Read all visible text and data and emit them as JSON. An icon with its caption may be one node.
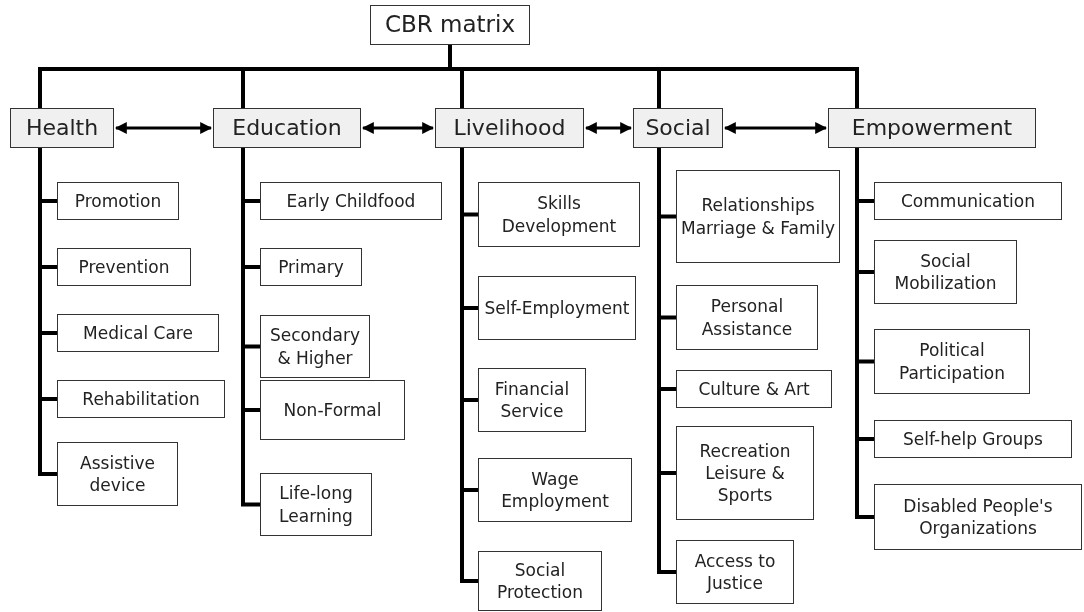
{
  "diagram": {
    "nodes": [
      {
        "text": [
          "CBR matrix"
        ]
      },
      {
        "text": [
          "Health"
        ]
      },
      {
        "text": [
          "Education"
        ]
      },
      {
        "text": [
          "Livelihood"
        ]
      },
      {
        "text": [
          "Social"
        ]
      },
      {
        "text": [
          "Empowerment"
        ]
      },
      {
        "text": [
          "Promotion"
        ]
      },
      {
        "text": [
          "Prevention"
        ]
      },
      {
        "text": [
          "Medical Care"
        ]
      },
      {
        "text": [
          "Rehabilitation"
        ]
      },
      {
        "text": [
          "Assistive device"
        ]
      },
      {
        "text": [
          "Early Childfood"
        ]
      },
      {
        "text": [
          "Primary"
        ]
      },
      {
        "text": [
          "Secondary & Higher"
        ]
      },
      {
        "text": [
          "Non-Formal"
        ]
      },
      {
        "text": [
          "Life-long Learning"
        ]
      },
      {
        "text": [
          "Skills Development"
        ]
      },
      {
        "text": [
          "Self-Employment"
        ]
      },
      {
        "text": [
          "Financial Service"
        ]
      },
      {
        "text": [
          "Wage Employment"
        ]
      },
      {
        "text": [
          "Social Protection"
        ]
      },
      {
        "text": [
          "Relationships Marriage & Family"
        ]
      },
      {
        "text": [
          "Personal Assistance"
        ]
      },
      {
        "text": [
          "Culture & Art"
        ]
      },
      {
        "text": [
          "Recreation Leisure & Sports"
        ]
      },
      {
        "text": [
          "Access to Justice"
        ]
      },
      {
        "text": [
          "Communication"
        ]
      },
      {
        "text": [
          "Social Mobilization"
        ]
      },
      {
        "text": [
          "Political Participation"
        ]
      },
      {
        "text": [
          "Self-help Groups"
        ]
      },
      {
        "text": [
          "Disabled People's Organizations"
        ]
      }
    ],
    "edges": [
      {
        "from": 0,
        "to": 1,
        "arrow": "none"
      },
      {
        "from": 0,
        "to": 2,
        "arrow": "none"
      },
      {
        "from": 0,
        "to": 3,
        "arrow": "none"
      },
      {
        "from": 0,
        "to": 4,
        "arrow": "none"
      },
      {
        "from": 0,
        "to": 5,
        "arrow": "none"
      },
      {
        "from": 1,
        "to": 2,
        "arrow": "both"
      },
      {
        "from": 2,
        "to": 3,
        "arrow": "both"
      },
      {
        "from": 3,
        "to": 4,
        "arrow": "both"
      },
      {
        "from": 4,
        "to": 5,
        "arrow": "both"
      },
      {
        "from": 1,
        "to": 6,
        "arrow": "none"
      },
      {
        "from": 1,
        "to": 7,
        "arrow": "none"
      },
      {
        "from": 1,
        "to": 8,
        "arrow": "none"
      },
      {
        "from": 1,
        "to": 9,
        "arrow": "none"
      },
      {
        "from": 1,
        "to": 10,
        "arrow": "none"
      },
      {
        "from": 2,
        "to": 11,
        "arrow": "none"
      },
      {
        "from": 2,
        "to": 12,
        "arrow": "none"
      },
      {
        "from": 2,
        "to": 13,
        "arrow": "none"
      },
      {
        "from": 2,
        "to": 14,
        "arrow": "none"
      },
      {
        "from": 2,
        "to": 15,
        "arrow": "none"
      },
      {
        "from": 3,
        "to": 16,
        "arrow": "none"
      },
      {
        "from": 3,
        "to": 17,
        "arrow": "none"
      },
      {
        "from": 3,
        "to": 18,
        "arrow": "none"
      },
      {
        "from": 3,
        "to": 19,
        "arrow": "none"
      },
      {
        "from": 3,
        "to": 20,
        "arrow": "none"
      },
      {
        "from": 4,
        "to": 21,
        "arrow": "none"
      },
      {
        "from": 4,
        "to": 22,
        "arrow": "none"
      },
      {
        "from": 4,
        "to": 23,
        "arrow": "none"
      },
      {
        "from": 4,
        "to": 24,
        "arrow": "none"
      },
      {
        "from": 4,
        "to": 25,
        "arrow": "none"
      },
      {
        "from": 5,
        "to": 26,
        "arrow": "none"
      },
      {
        "from": 5,
        "to": 27,
        "arrow": "none"
      },
      {
        "from": 5,
        "to": 28,
        "arrow": "none"
      },
      {
        "from": 5,
        "to": 29,
        "arrow": "none"
      },
      {
        "from": 5,
        "to": 30,
        "arrow": "none"
      }
    ]
  }
}
